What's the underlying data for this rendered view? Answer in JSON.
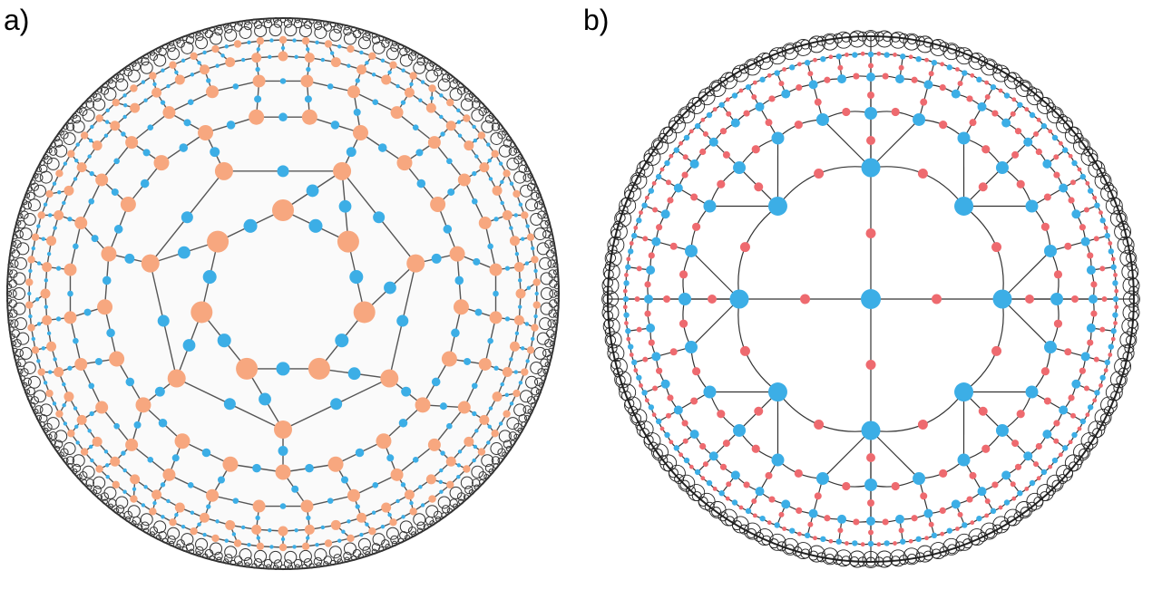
{
  "panels": [
    {
      "label": "a)",
      "tiling": "heptagonal",
      "ring_node_color": "#f7a77f",
      "edge_node_color": "#3caee6",
      "edge_color": "#555555",
      "disk_fill": "#fafafa",
      "boundary_color": "#333333"
    },
    {
      "label": "b)",
      "tiling": "square",
      "vertex_node_color": "#3caee6",
      "edge_node_color": "#ee6a6f",
      "edge_color": "#333333",
      "disk_fill": "#ffffff",
      "boundary_color": "#222222"
    }
  ]
}
